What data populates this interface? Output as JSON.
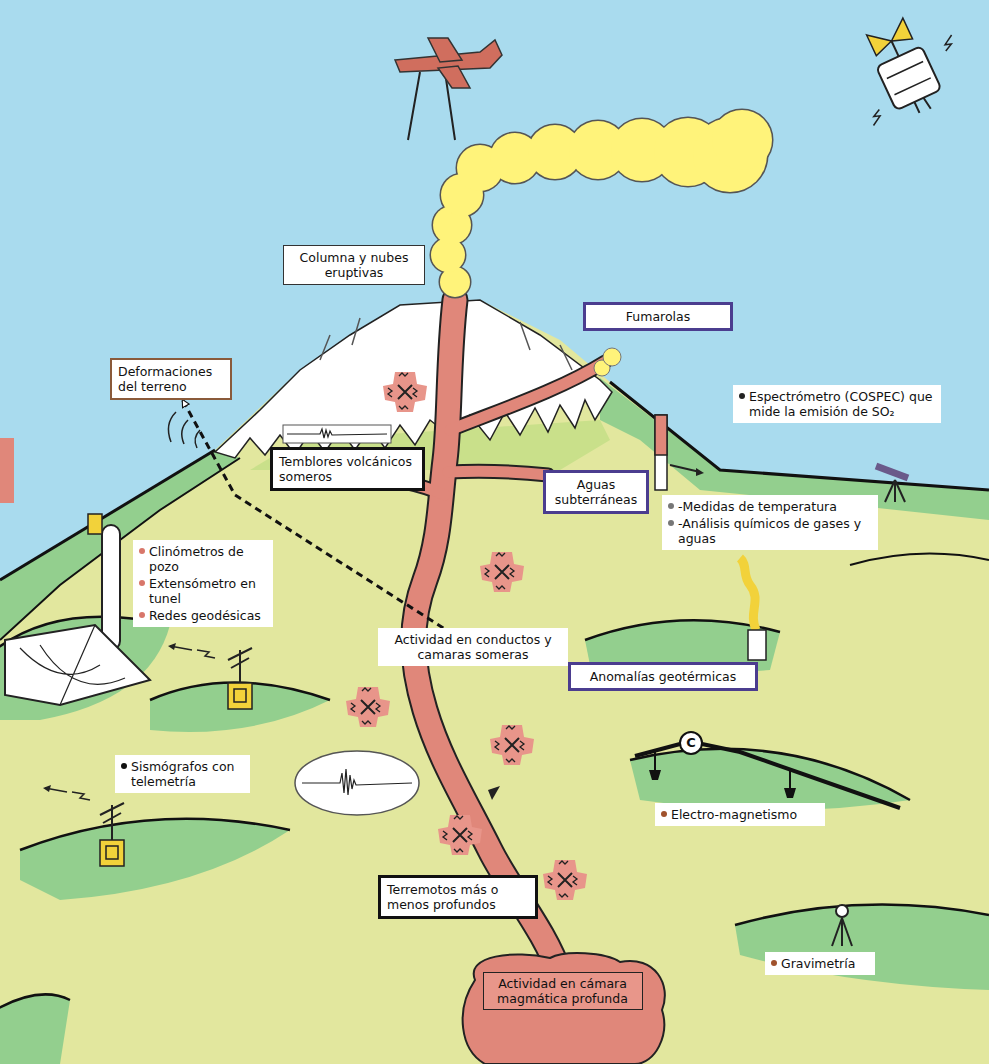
{
  "diagram": {
    "nodes": [
      {
        "text": [
          "Columna y nubes eruptivas"
        ]
      },
      {
        "text": [
          "Fumarolas"
        ]
      },
      {
        "text": [
          "Deformaciones del terreno"
        ]
      },
      {
        "text": [
          "Espectrómetro (COSPEC) que mide la emisión de SO₂"
        ]
      },
      {
        "text": [
          "Temblores volcánicos someros"
        ]
      },
      {
        "text": [
          "Aguas subterráneas"
        ]
      },
      {
        "text": [
          "Clinómetros de pozo",
          "Extensómetro en tunel",
          "Redes geodésicas"
        ]
      },
      {
        "text": [
          "-Medidas de temperatura",
          "-Análisis químicos de gases y aguas"
        ]
      },
      {
        "text": [
          "Actividad en conductos y camaras someras"
        ]
      },
      {
        "text": [
          "Anomalías geotérmicas"
        ]
      },
      {
        "text": [
          "Sismógrafos con telemetría"
        ]
      },
      {
        "text": [
          "Electro-magnetismo"
        ]
      },
      {
        "text": [
          "Terremotos más o menos profundos"
        ]
      },
      {
        "text": [
          "Gravimetría"
        ]
      },
      {
        "text": [
          "Actividad en cámara magmática profunda"
        ]
      }
    ],
    "edges": [
      {
        "from": 8,
        "to": 2,
        "arrow": "to"
      }
    ],
    "labels": [
      "C"
    ]
  }
}
